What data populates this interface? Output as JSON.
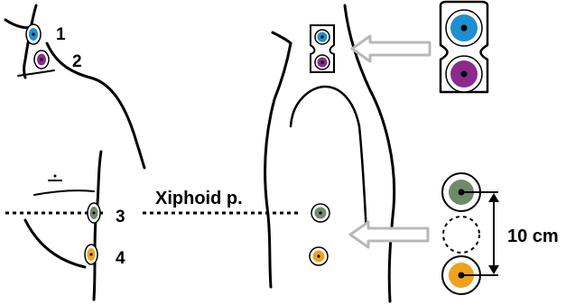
{
  "labels": {
    "electrode_1": "1",
    "electrode_2": "2",
    "electrode_3": "3",
    "electrode_4": "4",
    "xiphoid": "Xiphoid p.",
    "distance": "10 cm"
  },
  "colors": {
    "blue": "#1f8fd0",
    "purple": "#8b2a8c",
    "green": "#6f8a6a",
    "orange": "#f0a21c",
    "arrow_outline": "#b8b8b8",
    "line": "#000000"
  }
}
